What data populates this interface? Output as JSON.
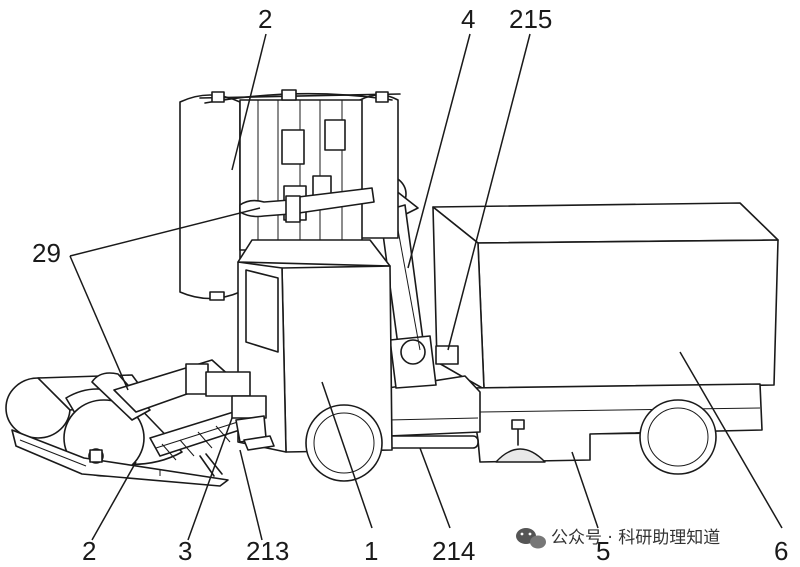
{
  "labels": {
    "l_2_top": "2",
    "l_4": "4",
    "l_215": "215",
    "l_29": "29",
    "l_2_bottom": "2",
    "l_3": "3",
    "l_213": "213",
    "l_1": "1",
    "l_214": "214",
    "l_5": "5",
    "l_6": "6"
  },
  "watermark": {
    "text": "公众号 · 科研助理知道"
  },
  "icons": {
    "watermark": "wechat-icon"
  }
}
